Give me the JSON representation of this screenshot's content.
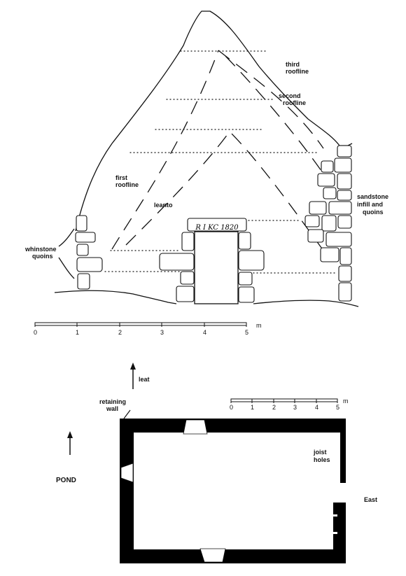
{
  "elevation": {
    "labels": {
      "third_roofline": [
        "third",
        "roofline"
      ],
      "second_roofline": [
        "second",
        "roofline"
      ],
      "first_roofline": [
        "first",
        "roofline"
      ],
      "leanto": "leanto",
      "lintel_inscription": "R I  KC 1820",
      "sandstone": [
        "sandstone",
        "infill and",
        "quoins"
      ],
      "whinstone": [
        "whinstone",
        "quoins"
      ]
    },
    "scale": {
      "ticks": [
        "0",
        "1",
        "2",
        "3",
        "4",
        "5"
      ],
      "unit": "m"
    }
  },
  "plan": {
    "labels": {
      "leat": "leat",
      "retaining_wall": [
        "retaining",
        "wall"
      ],
      "pond": "POND",
      "joist_holes": [
        "joist",
        "holes"
      ],
      "east": "East"
    },
    "scale": {
      "ticks": [
        "0",
        "1",
        "2",
        "3",
        "4",
        "5"
      ],
      "unit": "m"
    }
  }
}
